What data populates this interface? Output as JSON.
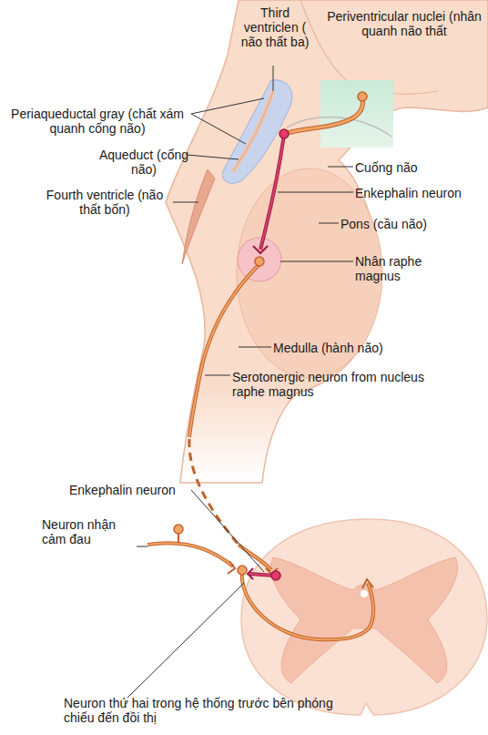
{
  "diagram": {
    "labels": [
      "Third ventriclen ( não thất ba)",
      "Periventricular nuclei (nhân quanh não thất",
      "Periaqueductal gray (chất xám quanh cống não)",
      "Aqueduct (cống não)",
      "Cuống não",
      "Enkephalin neuron",
      "Fourth ventricle (não thất bốn)",
      "Pons (cầu não)",
      "Nhân raphe magnus",
      "Medulla (hành não)",
      "Serotonergic neuron from nucleus raphe magnus",
      "Enkephalin neuron",
      "Neuron nhận cảm đau",
      "Neuron thứ hai trong hệ thống trước bên phóng chiếu đến đồi thị"
    ]
  }
}
